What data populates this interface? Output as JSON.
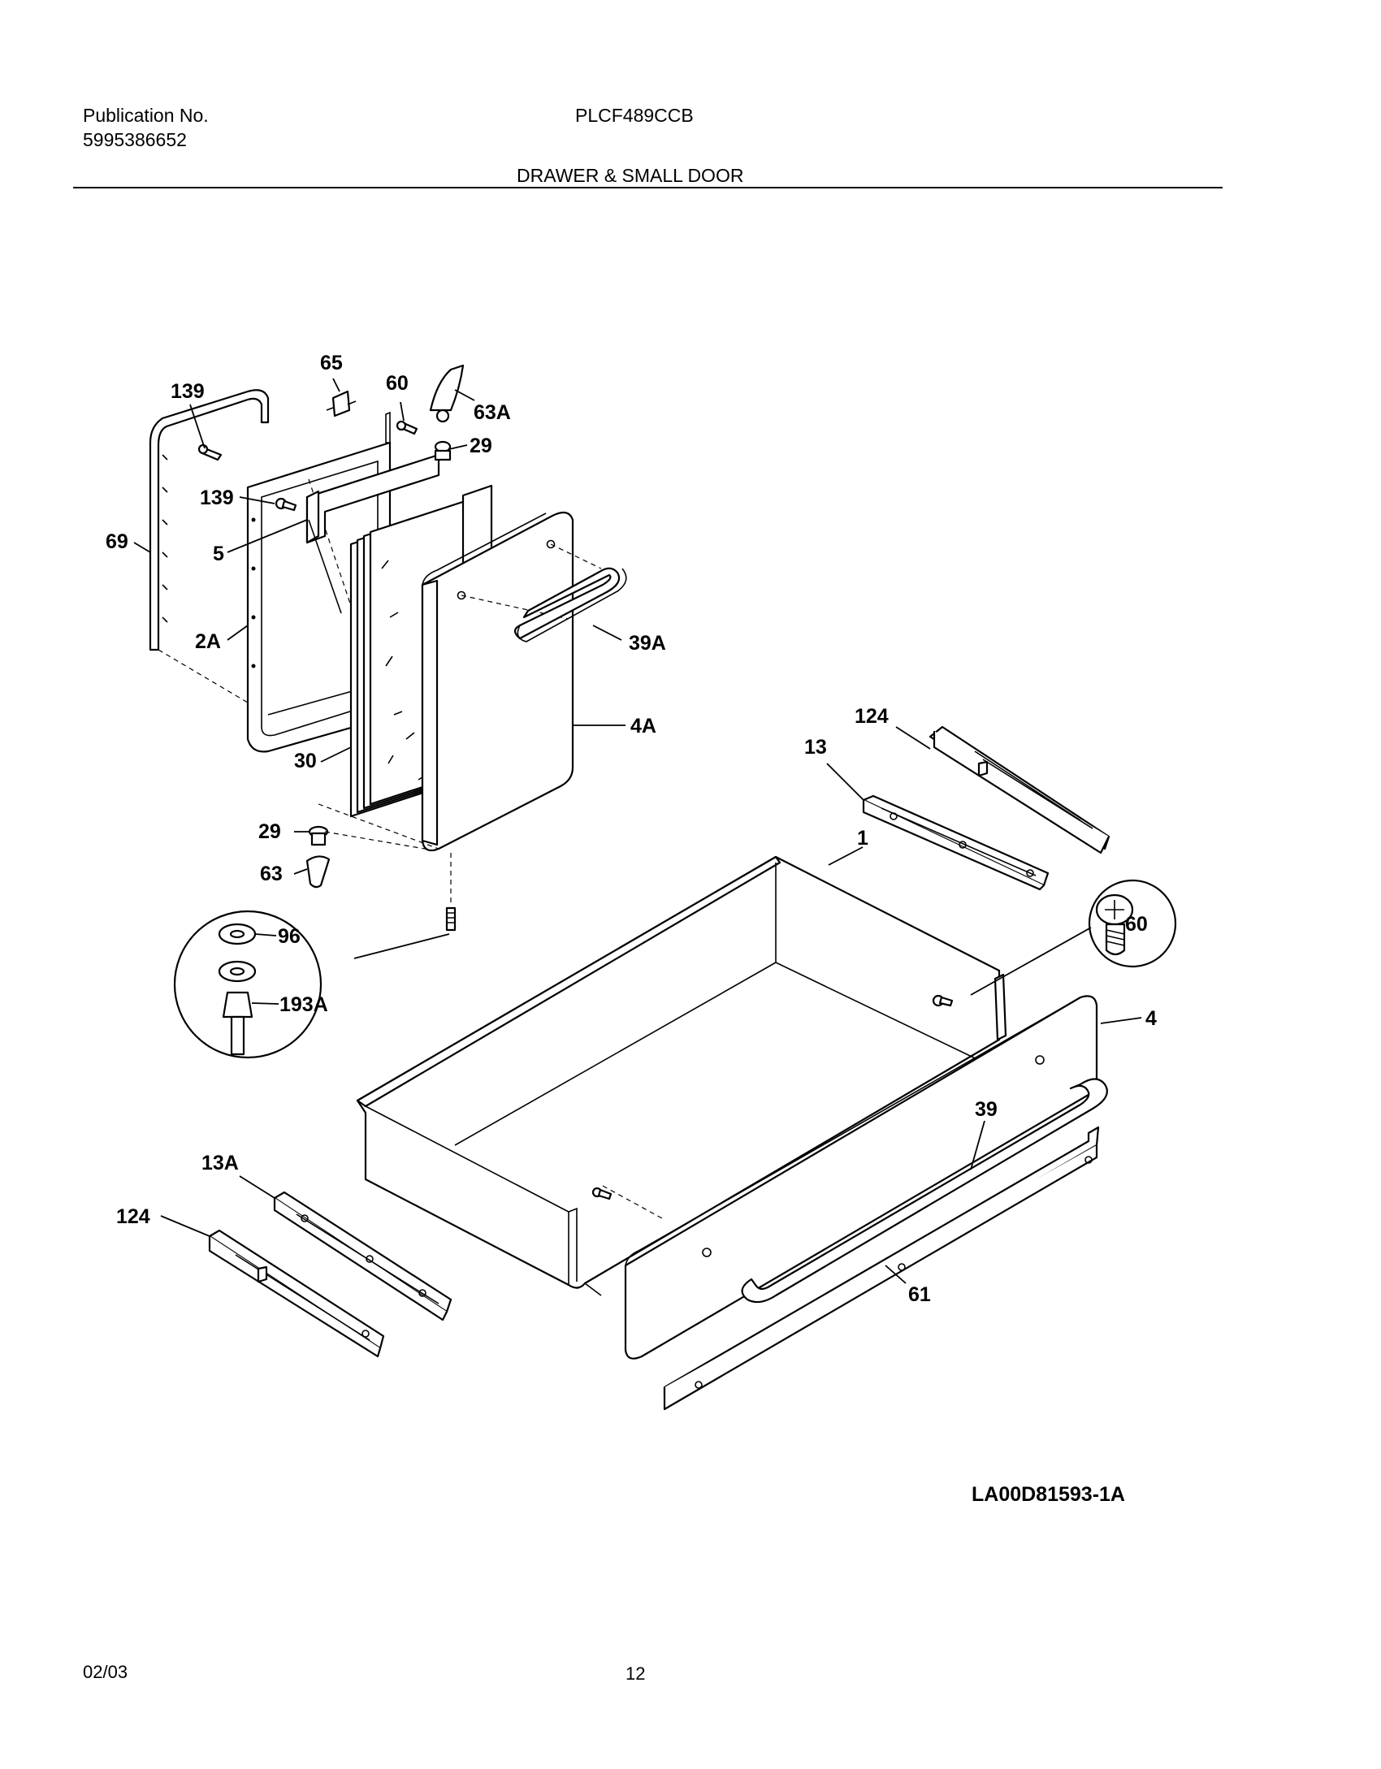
{
  "header": {
    "publication_label": "Publication No.",
    "publication_number": "5995386652",
    "model": "PLCF489CCB",
    "section_title": "DRAWER & SMALL DOOR"
  },
  "callouts": {
    "c139a": "139",
    "c65": "65",
    "c60a": "60",
    "c63a": "63A",
    "c29a": "29",
    "c139b": "139",
    "c5": "5",
    "c69": "69",
    "c2a": "2A",
    "c39a": "39A",
    "c4a": "4A",
    "c30": "30",
    "c29b": "29",
    "c63": "63",
    "c96": "96",
    "c193a": "193A",
    "c124a": "124",
    "c13": "13",
    "c1": "1",
    "c60b": "60",
    "c4": "4",
    "c39": "39",
    "c13a": "13A",
    "c124b": "124",
    "c61": "61"
  },
  "diagram_code": "LA00D81593-1A",
  "footer": {
    "date": "02/03",
    "page_number": "12"
  }
}
